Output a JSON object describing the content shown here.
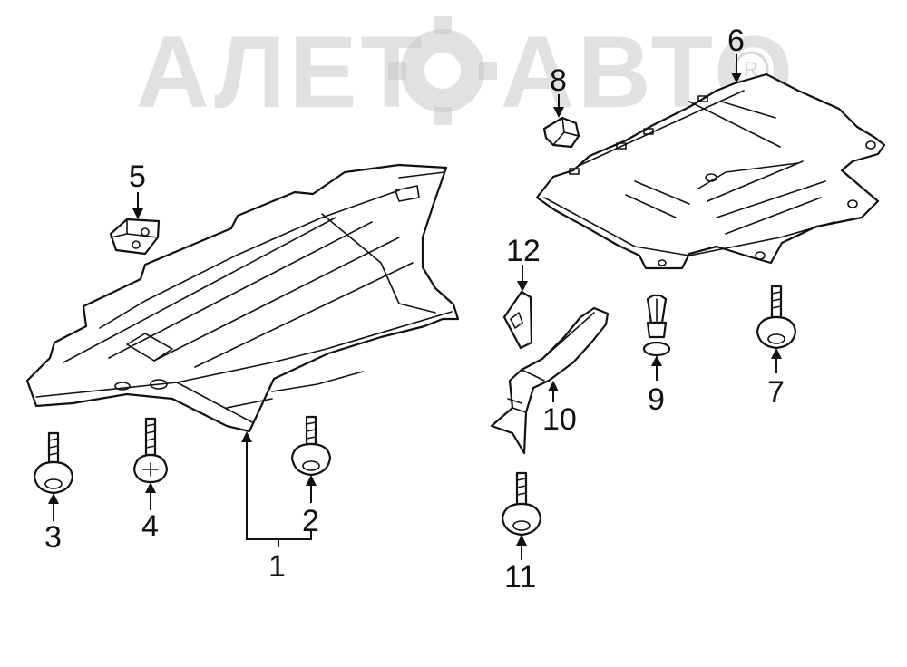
{
  "watermark": {
    "text_left": "АЛЕТ",
    "text_right": "АВТО"
  },
  "callouts": [
    {
      "id": "1",
      "label": "1"
    },
    {
      "id": "2",
      "label": "2"
    },
    {
      "id": "3",
      "label": "3"
    },
    {
      "id": "4",
      "label": "4"
    },
    {
      "id": "5",
      "label": "5"
    },
    {
      "id": "6",
      "label": "6"
    },
    {
      "id": "7",
      "label": "7"
    },
    {
      "id": "8",
      "label": "8"
    },
    {
      "id": "9",
      "label": "9"
    },
    {
      "id": "10",
      "label": "10"
    },
    {
      "id": "11",
      "label": "11"
    },
    {
      "id": "12",
      "label": "12"
    }
  ]
}
